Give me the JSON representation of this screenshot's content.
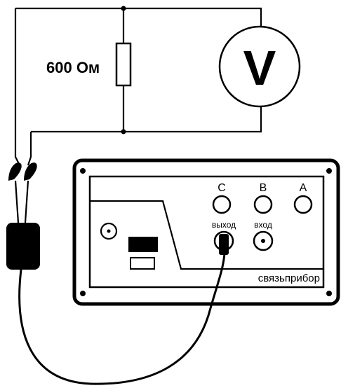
{
  "circuit": {
    "resistor_label": "600 Ом",
    "voltmeter_symbol": "V"
  },
  "device": {
    "jack_labels": {
      "c": "C",
      "b": "B",
      "a": "A",
      "output": "выход",
      "input": "вход"
    },
    "brand": "связьприбор"
  },
  "colors": {
    "ink": "#000000",
    "background": "#ffffff",
    "panel_fill": "#ffffff"
  }
}
